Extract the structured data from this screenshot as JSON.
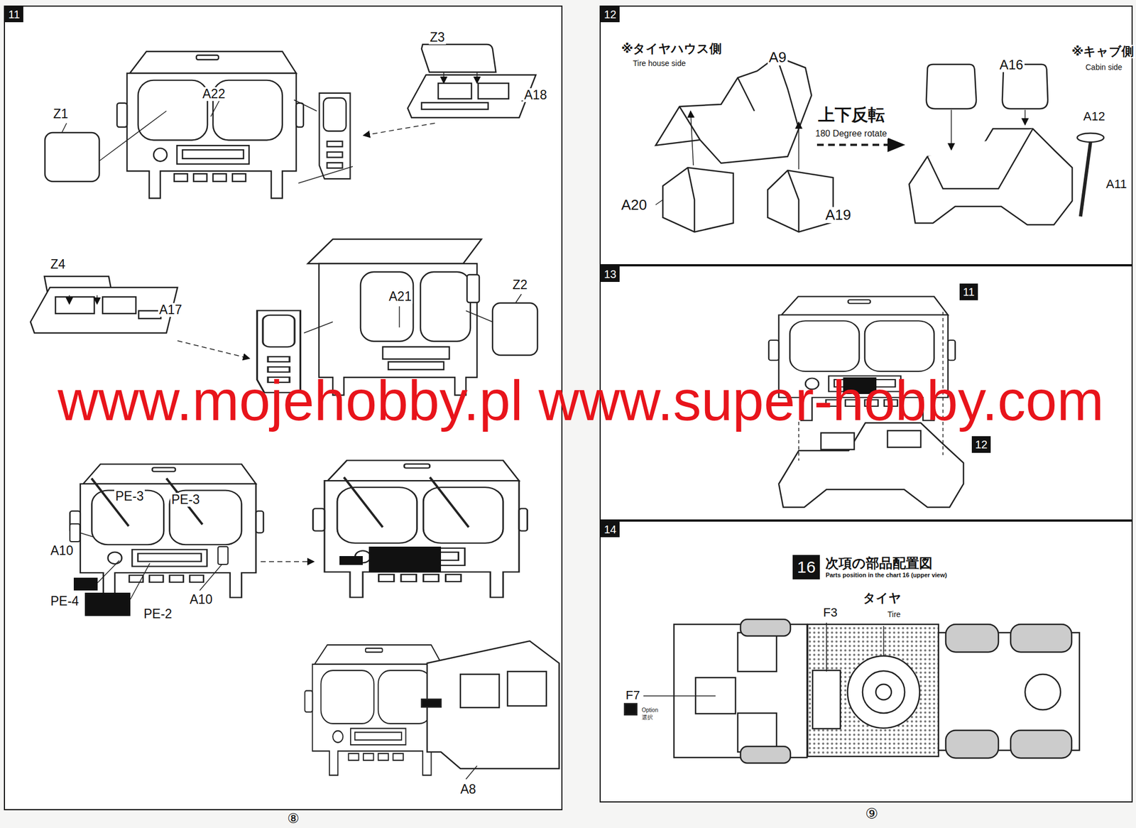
{
  "diagram": {
    "nodes": [
      {
        "text": [
          "11"
        ]
      },
      {
        "text": [
          "12"
        ]
      },
      {
        "text": [
          "13"
        ]
      },
      {
        "text": [
          "14"
        ]
      },
      {
        "text": [
          "11"
        ],
        "in": 2
      },
      {
        "text": [
          "12"
        ],
        "in": 2
      },
      {
        "text": [
          "16",
          "次項の部品配置図",
          "Parts position in the chart 16 (upper view)"
        ],
        "in": 3
      }
    ],
    "labels": [
      "Z1",
      "A22",
      "Z3",
      "A18",
      "Z4",
      "A17",
      "A21",
      "Z2",
      "PE-3",
      "PE-3",
      "A10",
      "PE-4",
      "PE-2",
      "A10",
      "A8",
      "※タイヤハウス側",
      "Tire house side",
      "A9",
      "上下反転",
      "180 Degree rotate",
      "A20",
      "A19",
      "A16",
      "※キャブ側",
      "Cabin side",
      "A12",
      "A11",
      "F3",
      "タイヤ",
      "Tire",
      "F7",
      "Option",
      "選択",
      "www.mojehobby.pl www.super-hobby.com",
      "⑧",
      "⑨"
    ]
  }
}
